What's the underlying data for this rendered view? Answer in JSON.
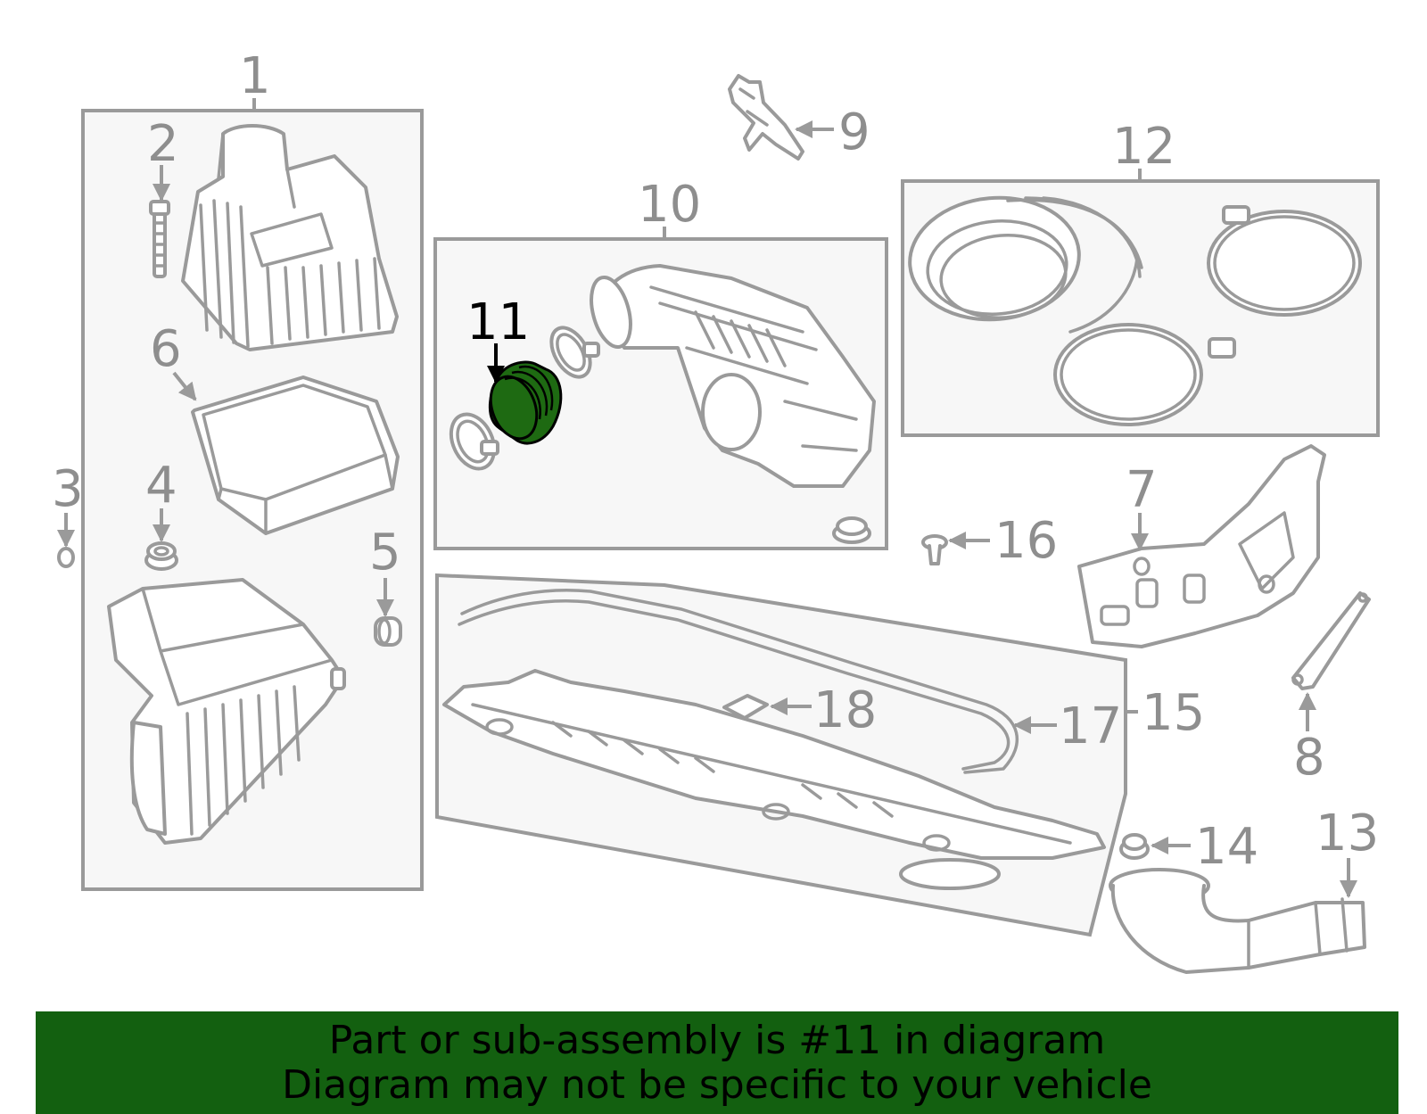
{
  "diagram": {
    "highlight_color": "#1e6a12",
    "callouts": [
      {
        "id": "1",
        "text": "1"
      },
      {
        "id": "2",
        "text": "2"
      },
      {
        "id": "3",
        "text": "3"
      },
      {
        "id": "4",
        "text": "4"
      },
      {
        "id": "5",
        "text": "5"
      },
      {
        "id": "6",
        "text": "6"
      },
      {
        "id": "7",
        "text": "7"
      },
      {
        "id": "8",
        "text": "8"
      },
      {
        "id": "9",
        "text": "9"
      },
      {
        "id": "10",
        "text": "10"
      },
      {
        "id": "11",
        "text": "11"
      },
      {
        "id": "12",
        "text": "12"
      },
      {
        "id": "13",
        "text": "13"
      },
      {
        "id": "14",
        "text": "14"
      },
      {
        "id": "15",
        "text": "15"
      },
      {
        "id": "16",
        "text": "16"
      },
      {
        "id": "17",
        "text": "17"
      },
      {
        "id": "18",
        "text": "18"
      }
    ]
  },
  "banner": {
    "line1": "Part or sub-assembly is #11 in diagram",
    "line2": "Diagram may not be specific to your vehicle",
    "background": "#136010"
  }
}
